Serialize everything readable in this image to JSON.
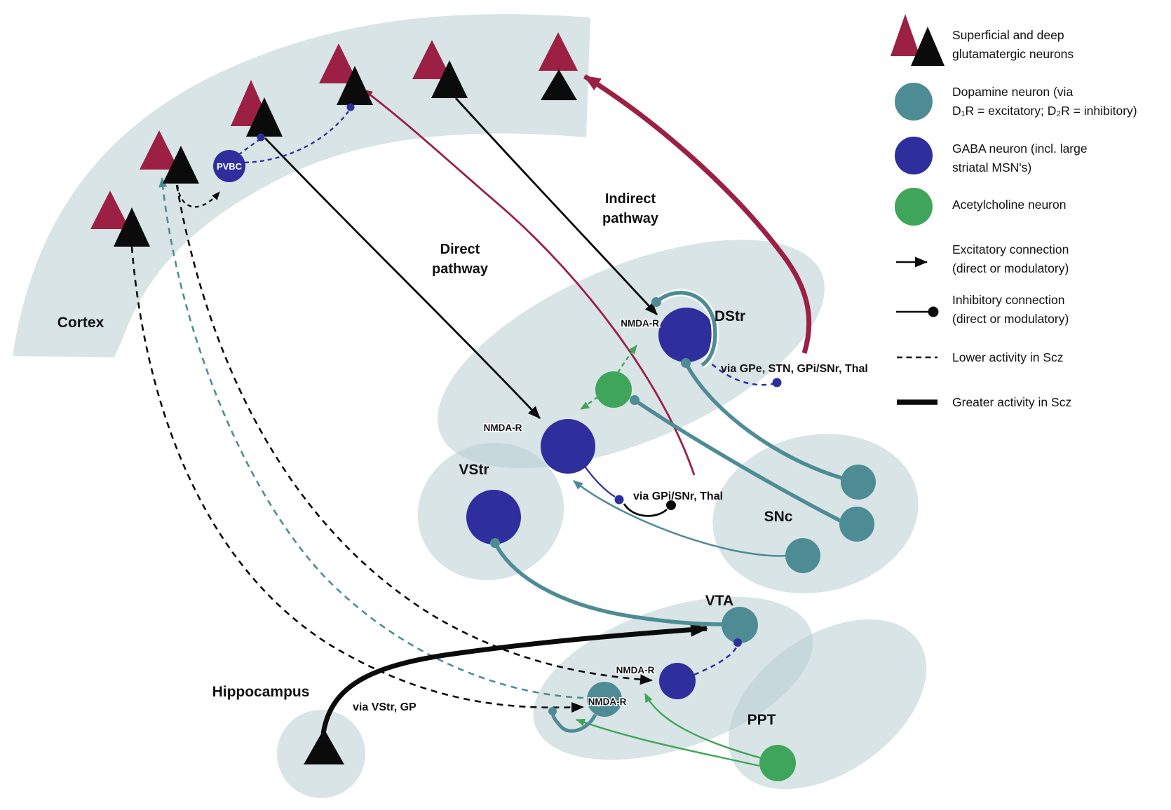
{
  "figure": {
    "type": "neural-circuit-diagram",
    "subject": "Dopamine circuitry in schizophrenia (Scz)"
  },
  "colors": {
    "background": "#ffffff",
    "region_fill": "rgba(184,205,209,0.55)",
    "crimson": "#9b2044",
    "black": "#0b0b0b",
    "teal": "#4e8c95",
    "blue": "#2e2f9d",
    "green": "#3fa55a"
  },
  "regions": {
    "cortex": "Cortex",
    "dstr": "DStr",
    "vstr": "VStr",
    "snc": "SNc",
    "vta": "VTA",
    "ppt": "PPT",
    "hippocampus": "Hippocampus"
  },
  "pathway_labels": {
    "direct_line1": "Direct",
    "direct_line2": "pathway",
    "indirect_line1": "Indirect",
    "indirect_line2": "pathway"
  },
  "annotations": {
    "pvbc": "PVBC",
    "nmda_r": "NMDA-R",
    "via_gpe_stn": "via GPe, STN, GPi/SNr, Thal",
    "via_gpi_snr": "via GPi/SNr, Thal",
    "via_vstr_gp": "via VStr, GP"
  },
  "legend": {
    "items": [
      {
        "symbol": "triangles-red-black",
        "line1": "Superficial and deep",
        "line2": "glutamatergic neurons"
      },
      {
        "symbol": "circle-teal",
        "line1": "Dopamine neuron (via",
        "line2": "D₁R = excitatory; D₂R = inhibitory)"
      },
      {
        "symbol": "circle-blue",
        "line1": "GABA neuron (incl. large",
        "line2": "striatal MSN's)"
      },
      {
        "symbol": "circle-green",
        "line1": "Acetylcholine neuron",
        "line2": ""
      },
      {
        "symbol": "arrow",
        "line1": "Excitatory connection",
        "line2": "(direct or modulatory)"
      },
      {
        "symbol": "line-dot",
        "line1": "Inhibitory connection",
        "line2": "(direct or modulatory)"
      },
      {
        "symbol": "dashed-line",
        "line1": "Lower activity in Scz",
        "line2": ""
      },
      {
        "symbol": "thick-line",
        "line1": "Greater activity in Scz",
        "line2": ""
      }
    ]
  }
}
